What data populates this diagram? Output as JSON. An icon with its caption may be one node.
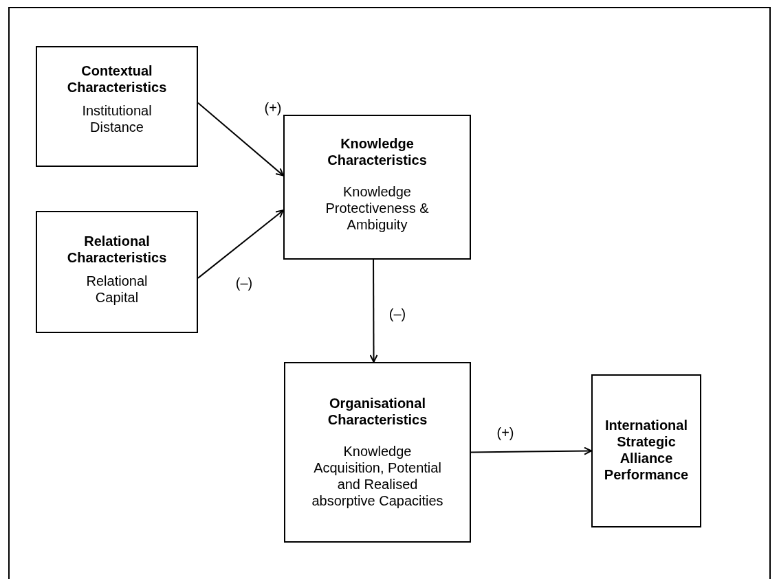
{
  "diagram": {
    "nodes": [
      {
        "text": [
          "Contextual Characteristics",
          "Institutional Distance"
        ]
      },
      {
        "text": [
          "Relational Characteristics",
          "Relational Capital"
        ]
      },
      {
        "text": [
          "Knowledge Characteristics",
          "Knowledge Protectiveness & Ambiguity"
        ]
      },
      {
        "text": [
          "Organisational Characteristics",
          "Knowledge Acquisition, Potential and Realised absorptive Capacities"
        ]
      },
      {
        "text": [
          "International Strategic Alliance Performance"
        ]
      }
    ],
    "edges": [
      {
        "from": 0,
        "to": 2,
        "arrow": "to",
        "label": "(+)"
      },
      {
        "from": 1,
        "to": 2,
        "arrow": "to",
        "label": "(–)"
      },
      {
        "from": 2,
        "to": 3,
        "arrow": "to",
        "label": "(–)"
      },
      {
        "from": 3,
        "to": 4,
        "arrow": "to",
        "label": "(+)"
      }
    ]
  }
}
